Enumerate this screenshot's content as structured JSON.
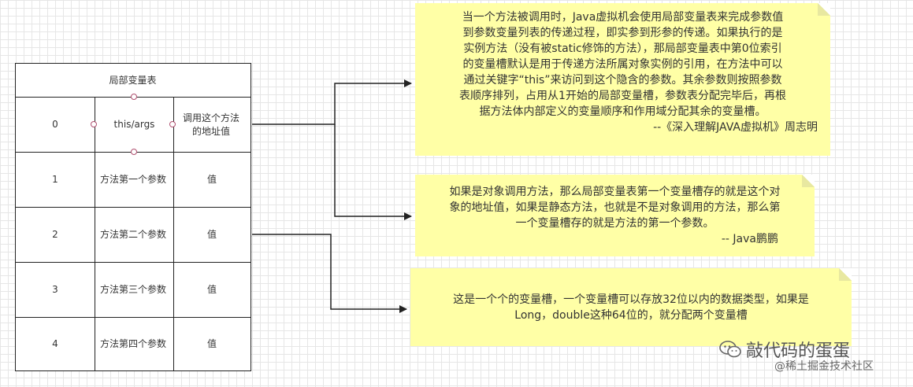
{
  "table": {
    "title": "局部变量表",
    "rows": [
      {
        "index": "0",
        "name": "this/args",
        "value": "调用这个方法的地址值"
      },
      {
        "index": "1",
        "name": "方法第一个参数",
        "value": "值"
      },
      {
        "index": "2",
        "name": "方法第二个参数",
        "value": "值"
      },
      {
        "index": "3",
        "name": "方法第三个参数",
        "value": "值"
      },
      {
        "index": "4",
        "name": "方法第四个参数",
        "value": "值"
      }
    ]
  },
  "notes": [
    {
      "lines": [
        "当一个方法被调用时，Java虚拟机会使用局部变量表来完成参数值",
        "到参数变量列表的传递过程，即实参到形参的传递。如果执行的是",
        "实例方法（没有被static修饰的方法），那局部变量表中第0位索引",
        "的变量槽默认是用于传递方法所属对象实例的引用，在方法中可以",
        "通过关键字“this”来访问到这个隐含的参数。其余参数则按照参数",
        "表顺序排列，占用从1开始的局部变量槽，参数表分配完毕后，再根",
        "据方法体内部定义的变量顺序和作用域分配其余的变量槽。"
      ],
      "attribution": "--《深入理解JAVA虚拟机》周志明"
    },
    {
      "lines": [
        "如果是对象调用方法，那么局部变量表第一个变量槽存的就是这个对",
        "象的地址值，如果是静态方法，也就是不是对象调用的方法，那么第",
        "一个变量槽存的就是方法的第一个参数。"
      ],
      "attribution": "-- Java鹏鹏"
    },
    {
      "lines": [
        "这是一个个的变量槽，一个变量槽可以存放32位以内的数据类型，如果是",
        "Long，double这种64位的，就分配两个变量槽"
      ],
      "attribution": ""
    }
  ],
  "watermark": {
    "brand": "敲代码的蛋蛋",
    "sub": "@稀土掘金技术社区",
    "icon": "wechat-icon"
  },
  "colors": {
    "note_bg": "#ffffa6",
    "handle": "#b05070",
    "line": "#222222"
  }
}
